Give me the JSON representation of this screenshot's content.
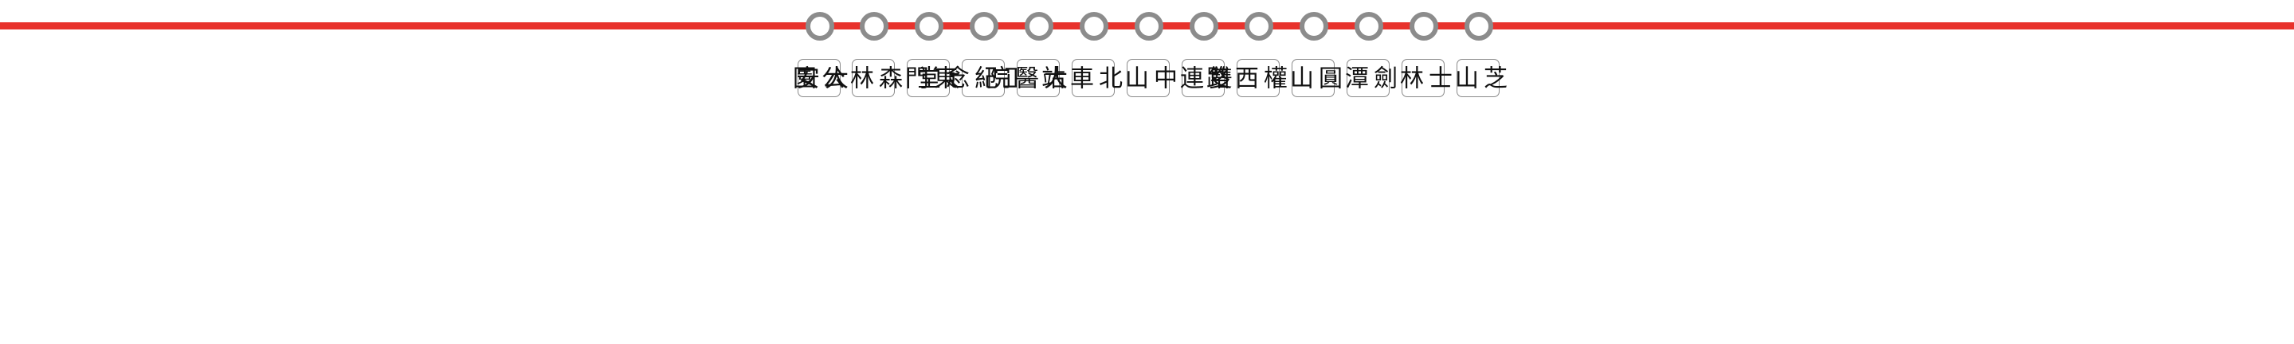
{
  "route": {
    "line_color": "#e8322c",
    "node_color": "#8c8c8c"
  },
  "stations": [
    {
      "name": "大安"
    },
    {
      "name": "大安森林公園"
    },
    {
      "name": "東門"
    },
    {
      "name": "中正紀念堂"
    },
    {
      "name": "台大醫院"
    },
    {
      "name": "台北車站"
    },
    {
      "name": "中山"
    },
    {
      "name": "雙連"
    },
    {
      "name": "民權西路"
    },
    {
      "name": "圓山"
    },
    {
      "name": "劍潭"
    },
    {
      "name": "士林"
    },
    {
      "name": "芝山"
    }
  ]
}
